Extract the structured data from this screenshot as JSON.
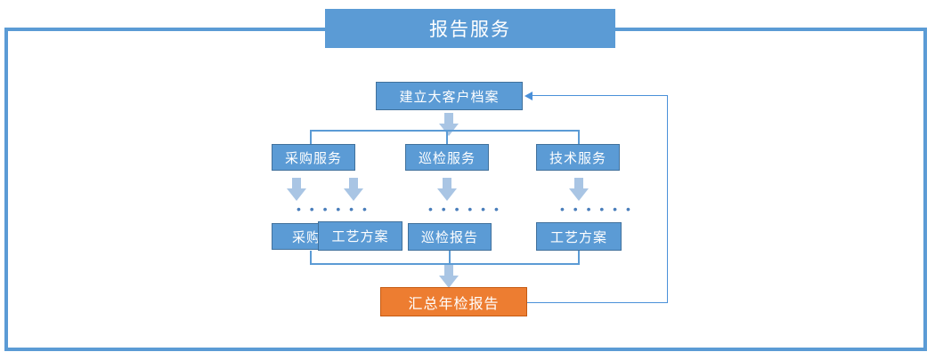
{
  "diagram": {
    "title": "报告服务",
    "frame_color": "#5B9BD5",
    "box_color": "#5B9BD5",
    "highlight_color": "#ED7D31",
    "arrow_color": "#A9C5E4",
    "connector_color": "#4A90D9",
    "nodes": {
      "root": {
        "label": "建立大客户档案"
      },
      "services": [
        {
          "label": "采购服务"
        },
        {
          "label": "巡检服务"
        },
        {
          "label": "技术服务"
        }
      ],
      "ellipsis": [
        {
          "label": "• • • • • •"
        },
        {
          "label": "• • • • • •"
        },
        {
          "label": "• • • • • •"
        }
      ],
      "outputs": [
        {
          "label": "采购"
        },
        {
          "label": "工艺方案"
        },
        {
          "label": "巡检报告"
        },
        {
          "label": "工艺方案"
        }
      ],
      "summary": {
        "label": "汇总年检报告"
      }
    }
  }
}
